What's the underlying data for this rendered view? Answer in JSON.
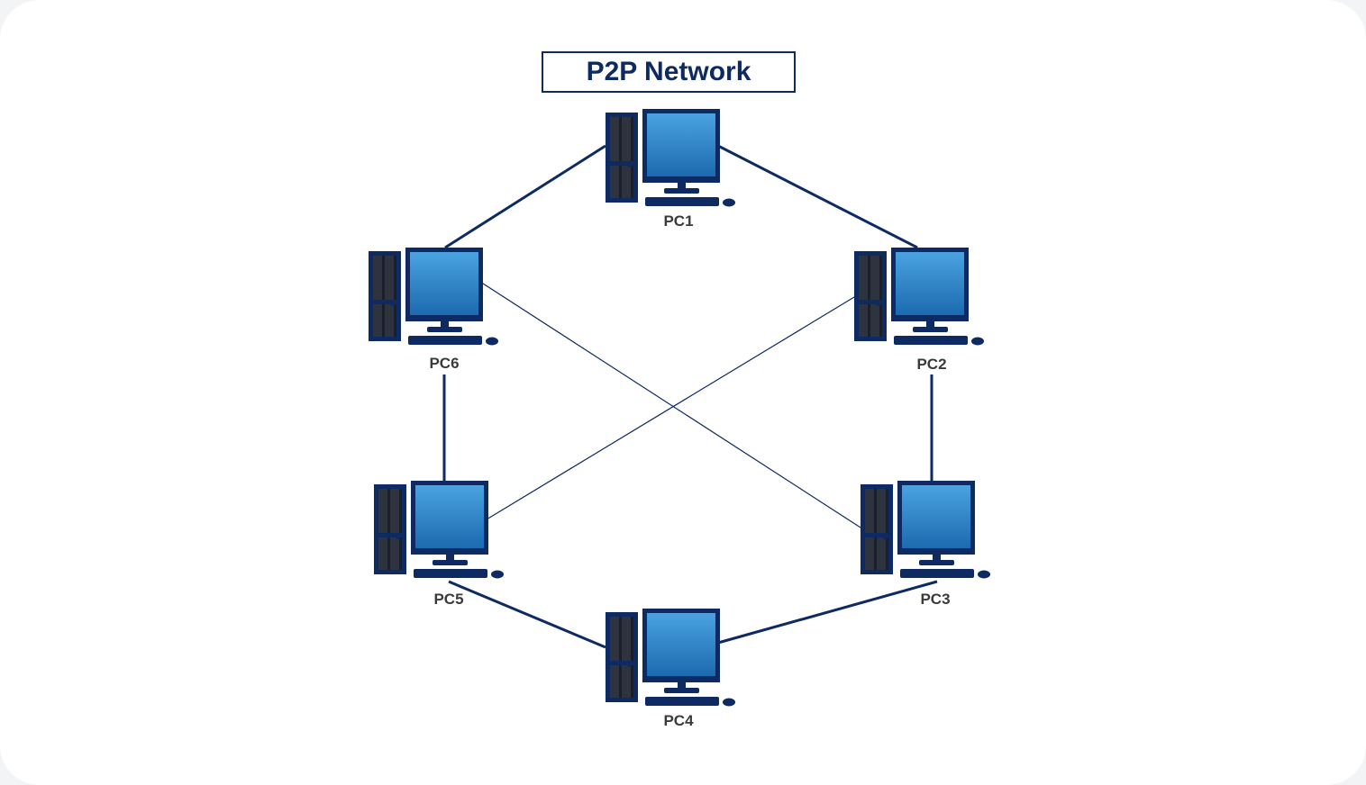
{
  "diagram": {
    "title": "P2P Network",
    "nodes": [
      {
        "id": "pc1",
        "label": "PC1"
      },
      {
        "id": "pc2",
        "label": "PC2"
      },
      {
        "id": "pc3",
        "label": "PC3"
      },
      {
        "id": "pc4",
        "label": "PC4"
      },
      {
        "id": "pc5",
        "label": "PC5"
      },
      {
        "id": "pc6",
        "label": "PC6"
      }
    ],
    "edges": [
      {
        "from": "pc1",
        "to": "pc2"
      },
      {
        "from": "pc2",
        "to": "pc3"
      },
      {
        "from": "pc3",
        "to": "pc4"
      },
      {
        "from": "pc4",
        "to": "pc5"
      },
      {
        "from": "pc5",
        "to": "pc6"
      },
      {
        "from": "pc6",
        "to": "pc1"
      },
      {
        "from": "pc6",
        "to": "pc3"
      },
      {
        "from": "pc2",
        "to": "pc5"
      }
    ]
  },
  "colors": {
    "primary": "#0d2a63",
    "screen_light": "#4aa3e0",
    "screen_dark": "#1c6ab0",
    "label": "#3a3a3a"
  },
  "icons": {
    "computer": "desktop-computer-icon"
  }
}
